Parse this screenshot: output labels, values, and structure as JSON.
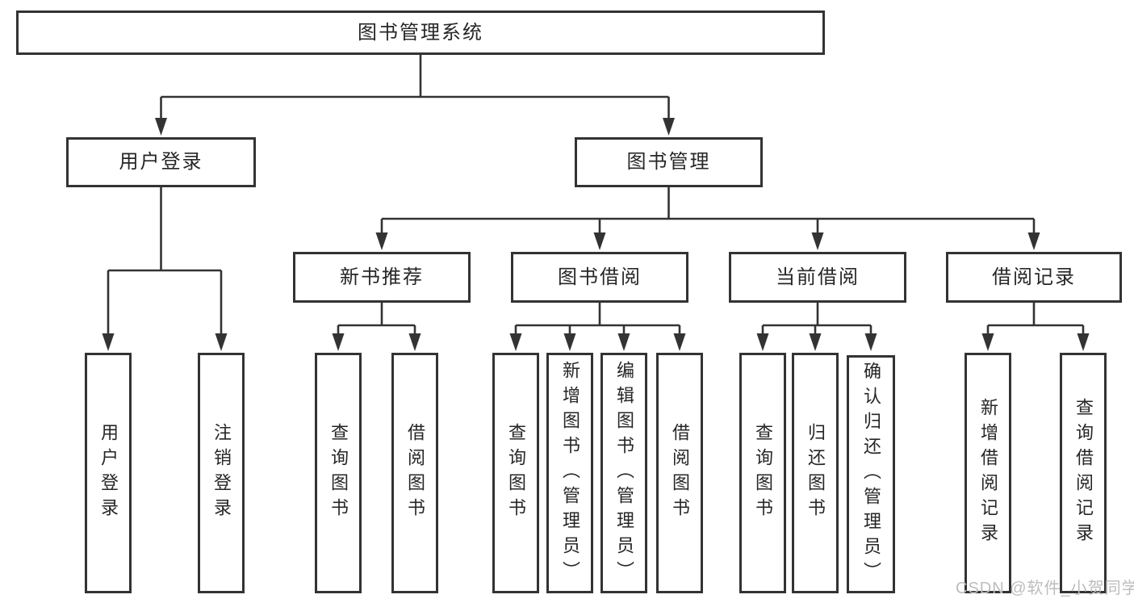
{
  "diagram_title": "图书管理系统",
  "tree": {
    "label": "图书管理系统",
    "children": [
      {
        "label": "用户登录",
        "children": [
          {
            "label": "用户登录"
          },
          {
            "label": "注销登录"
          }
        ]
      },
      {
        "label": "图书管理",
        "children": [
          {
            "label": "新书推荐",
            "children": [
              {
                "label": "查询图书"
              },
              {
                "label": "借阅图书"
              }
            ]
          },
          {
            "label": "图书借阅",
            "children": [
              {
                "label": "查询图书"
              },
              {
                "label": "新增图书（管理员）"
              },
              {
                "label": "编辑图书（管理员）"
              },
              {
                "label": "借阅图书"
              }
            ]
          },
          {
            "label": "当前借阅",
            "children": [
              {
                "label": "查询图书"
              },
              {
                "label": "归还图书"
              },
              {
                "label": "确认归还（管理员）"
              }
            ]
          },
          {
            "label": "借阅记录",
            "children": [
              {
                "label": "新增借阅记录"
              },
              {
                "label": "查询借阅记录"
              }
            ]
          }
        ]
      }
    ]
  },
  "watermark": {
    "text": "CSDN @软件_小贺同学"
  },
  "colors": {
    "line": "#333333",
    "text": "#262626",
    "watermark": "#bdbdbd",
    "background": "#ffffff"
  }
}
